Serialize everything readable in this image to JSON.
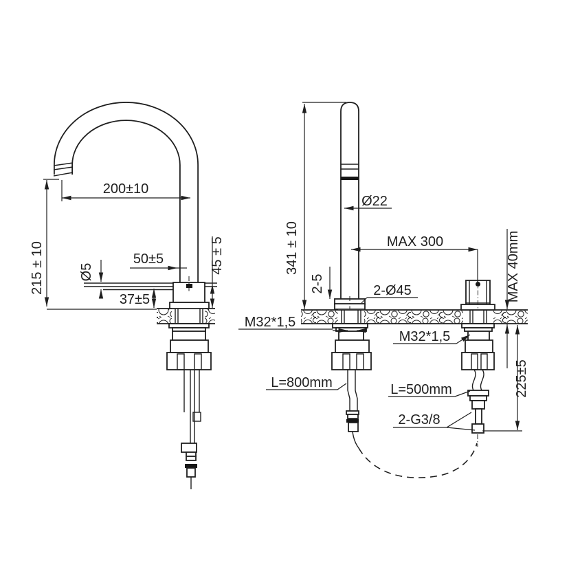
{
  "drawing": {
    "title": "faucet-installation-dimension-drawing",
    "background": "#ffffff",
    "line_color": "#1f1f1f",
    "side_view": {
      "dimensions": {
        "spout_reach": "200±10",
        "spout_height_above_deck": "215 ± 10",
        "lever_diameter": "Ø5",
        "lever_length": "50±5",
        "lever_height_above_deck": "37±5",
        "body_height": "45 ± 5"
      }
    },
    "front_view": {
      "dimensions": {
        "spout_total_height": "341 ± 10",
        "spout_tube_diameter": "Ø22",
        "max_hole_spread": "MAX 300",
        "max_deck_thickness": "MAX 40mm",
        "deck_clearance": "2-5",
        "mounting_holes": "2-Ø45",
        "spout_shank_thread": "M32*1,5",
        "valve_shank_thread": "M32*1,5",
        "spray_hose_length": "L=800mm",
        "connecting_hose_length": "L=500mm",
        "hose_connections": "2-G3/8",
        "under_deck_clearance": "225±5"
      }
    }
  }
}
